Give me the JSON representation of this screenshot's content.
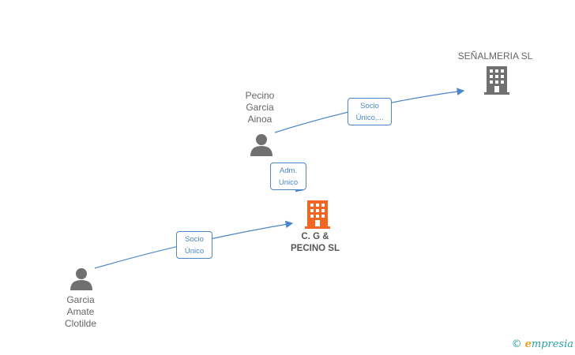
{
  "nodes": {
    "senalmeria": {
      "label": "SEÑALMERIA SL",
      "type": "company"
    },
    "pecino": {
      "label": "Pecino\nGarcia\nAinoa",
      "type": "person"
    },
    "cg": {
      "label": "C. G &\nPECINO SL",
      "type": "company-main"
    },
    "garcia": {
      "label": "Garcia\nAmate\nClotilde",
      "type": "person"
    }
  },
  "edges": [
    {
      "from": "pecino",
      "to": "senalmeria",
      "label": "Socio\nÚnico,..."
    },
    {
      "from": "pecino",
      "to": "cg",
      "label": "Adm.\nUnico"
    },
    {
      "from": "garcia",
      "to": "cg",
      "label": "Socio\nÚnico"
    }
  ],
  "colors": {
    "edge": "#4a86c8",
    "company": "#707070",
    "main_company": "#f26522",
    "person": "#707070"
  },
  "watermark": {
    "copyright": "©",
    "brand_first": "e",
    "brand_rest": "mpresia"
  }
}
